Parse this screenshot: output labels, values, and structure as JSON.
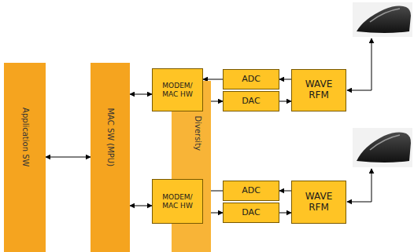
{
  "diagram": {
    "nodes": [
      {
        "text": [
          "Application SW"
        ]
      },
      {
        "text": [
          "MAC SW (MPU)"
        ]
      },
      {
        "text": [
          "Diversity"
        ]
      },
      {
        "text": [
          "MODEM/ MAC HW"
        ]
      },
      {
        "text": [
          "ADC"
        ]
      },
      {
        "text": [
          "DAC"
        ]
      },
      {
        "text": [
          "WAVE RFM"
        ]
      },
      {
        "text": [
          "MODEM/ MAC HW"
        ]
      },
      {
        "text": [
          "ADC"
        ]
      },
      {
        "text": [
          "DAC"
        ]
      },
      {
        "text": [
          "WAVE RFM"
        ]
      }
    ],
    "edges": [
      {
        "from": 0,
        "to": 1,
        "arrow": "both"
      },
      {
        "from": 1,
        "to": 3,
        "arrow": "both"
      },
      {
        "from": 4,
        "to": 3,
        "arrow": "to"
      },
      {
        "from": 3,
        "to": 5,
        "arrow": "to"
      },
      {
        "from": 6,
        "to": 4,
        "arrow": "to"
      },
      {
        "from": 5,
        "to": 6,
        "arrow": "to"
      },
      {
        "from": 1,
        "to": 7,
        "arrow": "both"
      },
      {
        "from": 8,
        "to": 7,
        "arrow": "to"
      },
      {
        "from": 7,
        "to": 9,
        "arrow": "to"
      },
      {
        "from": 10,
        "to": 8,
        "arrow": "to"
      },
      {
        "from": 9,
        "to": 10,
        "arrow": "to"
      },
      {
        "from": 3,
        "to": 7,
        "arrow": "both"
      }
    ]
  }
}
